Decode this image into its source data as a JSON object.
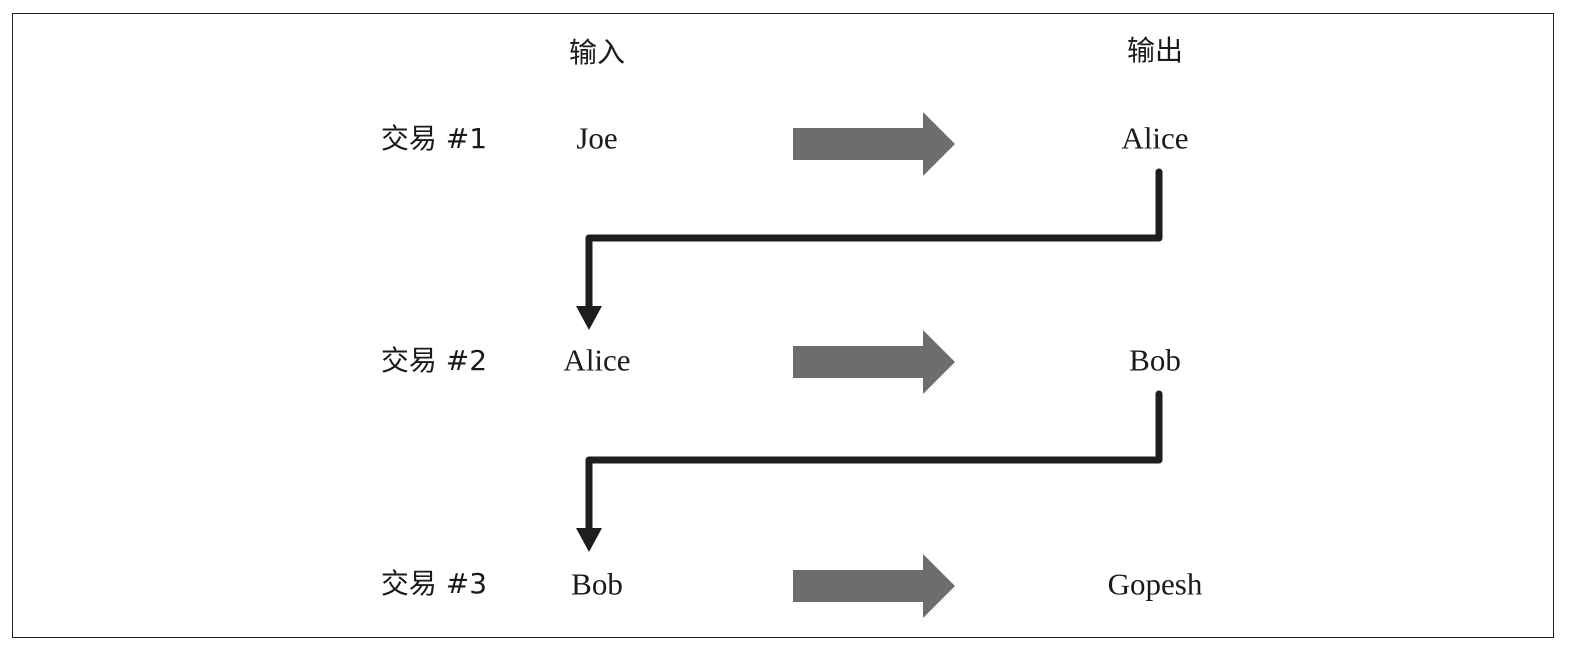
{
  "headers": {
    "input": "输入",
    "output": "输出"
  },
  "transactions": [
    {
      "label": "交易 #1",
      "input": "Joe",
      "output": "Alice"
    },
    {
      "label": "交易 #2",
      "input": "Alice",
      "output": "Bob"
    },
    {
      "label": "交易 #3",
      "input": "Bob",
      "output": "Gopesh"
    }
  ],
  "colors": {
    "flow_arrow": "#6e6d6d",
    "chain_line": "#1e1e1e",
    "border": "#222222"
  }
}
